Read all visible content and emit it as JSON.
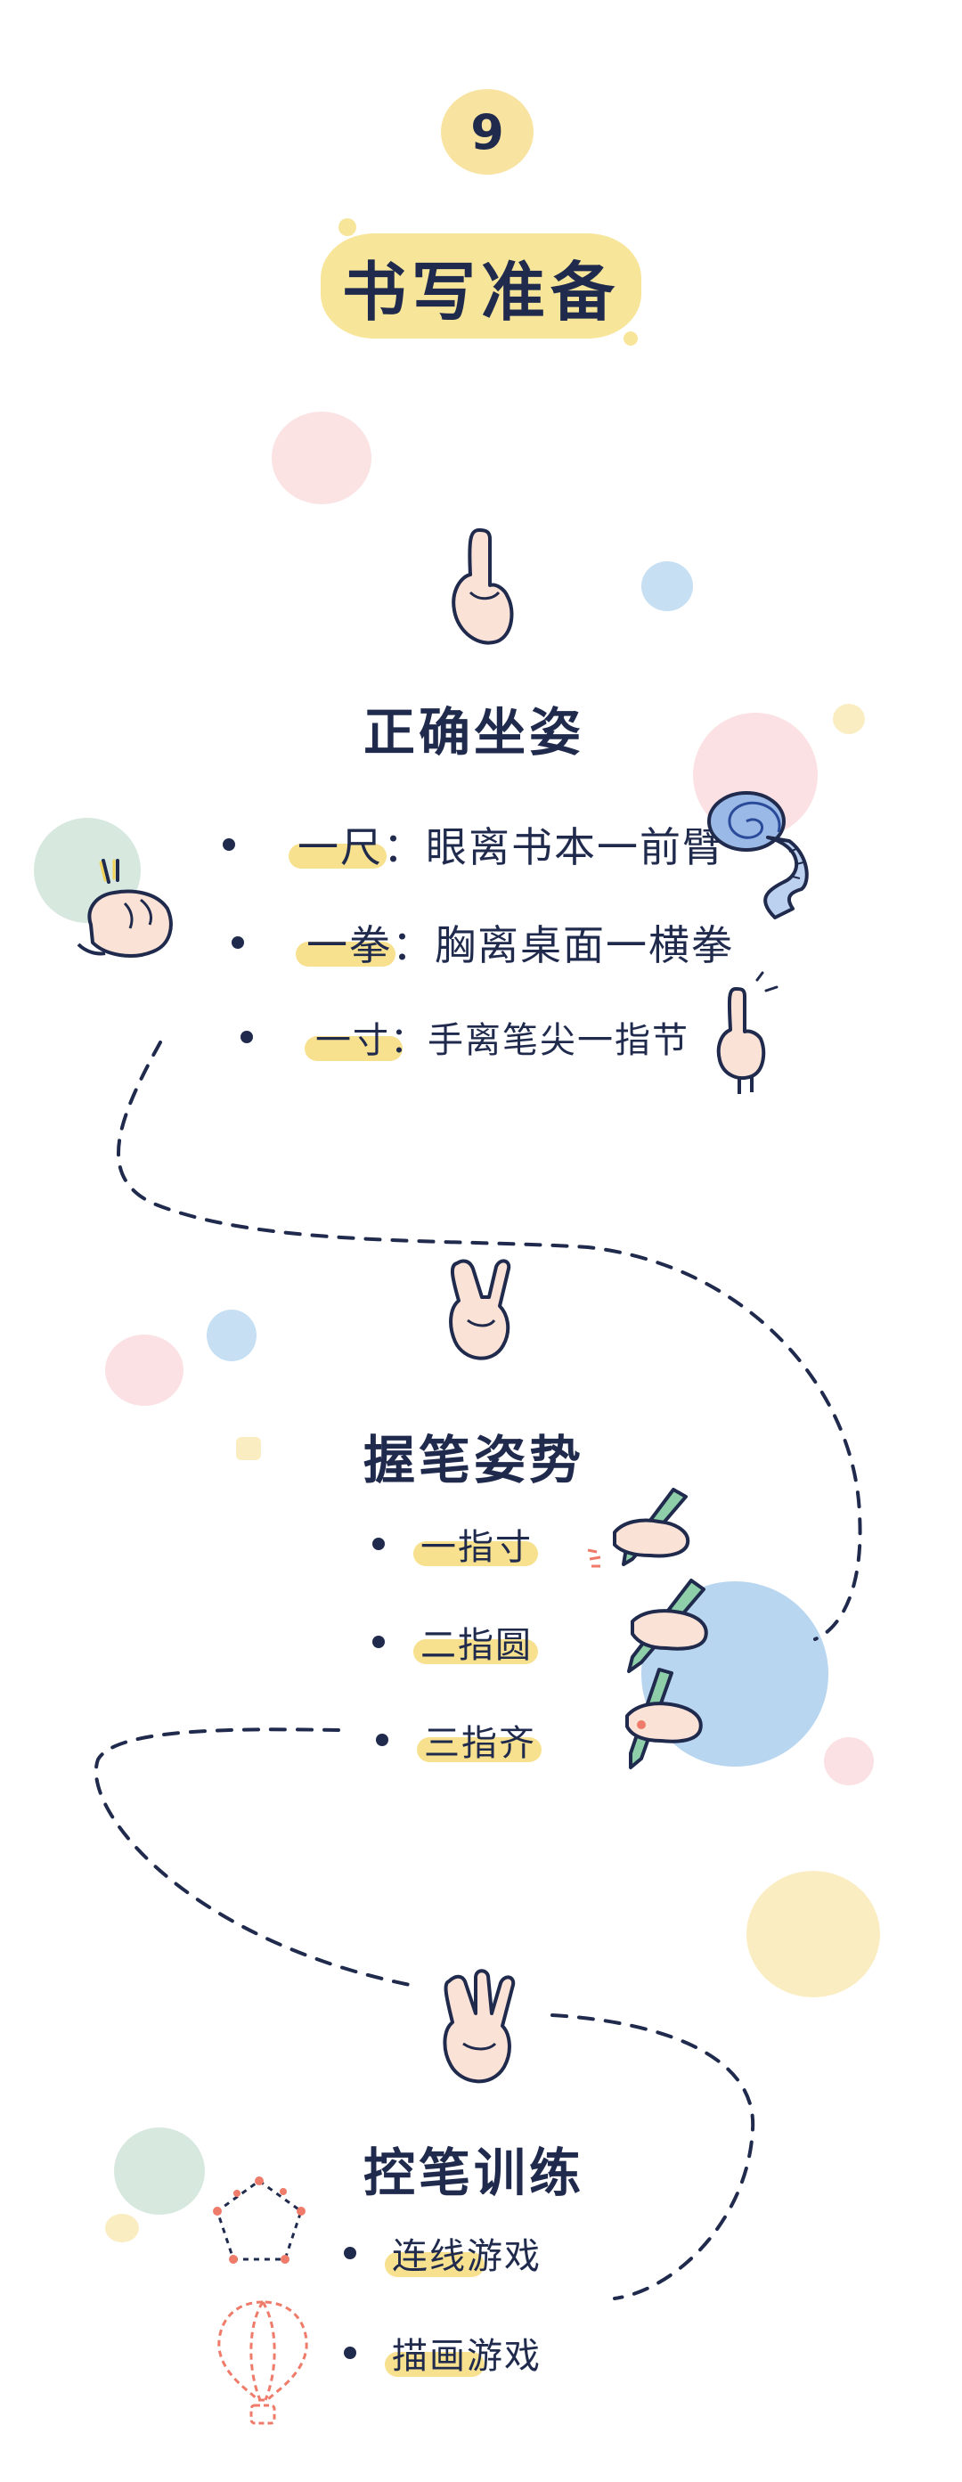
{
  "header": {
    "chapter_number": "9",
    "title": "书写准备"
  },
  "sections": {
    "posture": {
      "heading": "正确坐姿",
      "items": [
        {
          "label": "一尺",
          "text": "一尺：眼离书本一前臂"
        },
        {
          "label": "一拳",
          "text": "一拳：胸离桌面一横拳"
        },
        {
          "label": "一寸",
          "text": "一寸：手离笔尖一指节"
        }
      ]
    },
    "grip": {
      "heading": "握笔姿势",
      "items": [
        {
          "text": "一指寸"
        },
        {
          "text": "二指圆"
        },
        {
          "text": "三指齐"
        }
      ]
    },
    "control": {
      "heading": "控笔训练",
      "items": [
        {
          "text": "连线游戏"
        },
        {
          "text": "描画游戏"
        }
      ]
    }
  },
  "colors": {
    "navy": "#1f2a4d",
    "highlight_yellow": "#f6dc7b",
    "pink": "#f9dede",
    "light_blue": "#b9d7f0",
    "mint": "#d7e8df",
    "skin": "#fbe2d6",
    "coral": "#ef7b6a",
    "pencil_green": "#8ecfa9"
  },
  "icons": [
    "index-finger-icon",
    "fist-icon",
    "tape-measure-icon",
    "pointing-finger-icon",
    "victory-hand-icon",
    "pencil-hand-icon",
    "three-fingers-icon",
    "pentagon-dots-icon",
    "balloon-icon"
  ]
}
